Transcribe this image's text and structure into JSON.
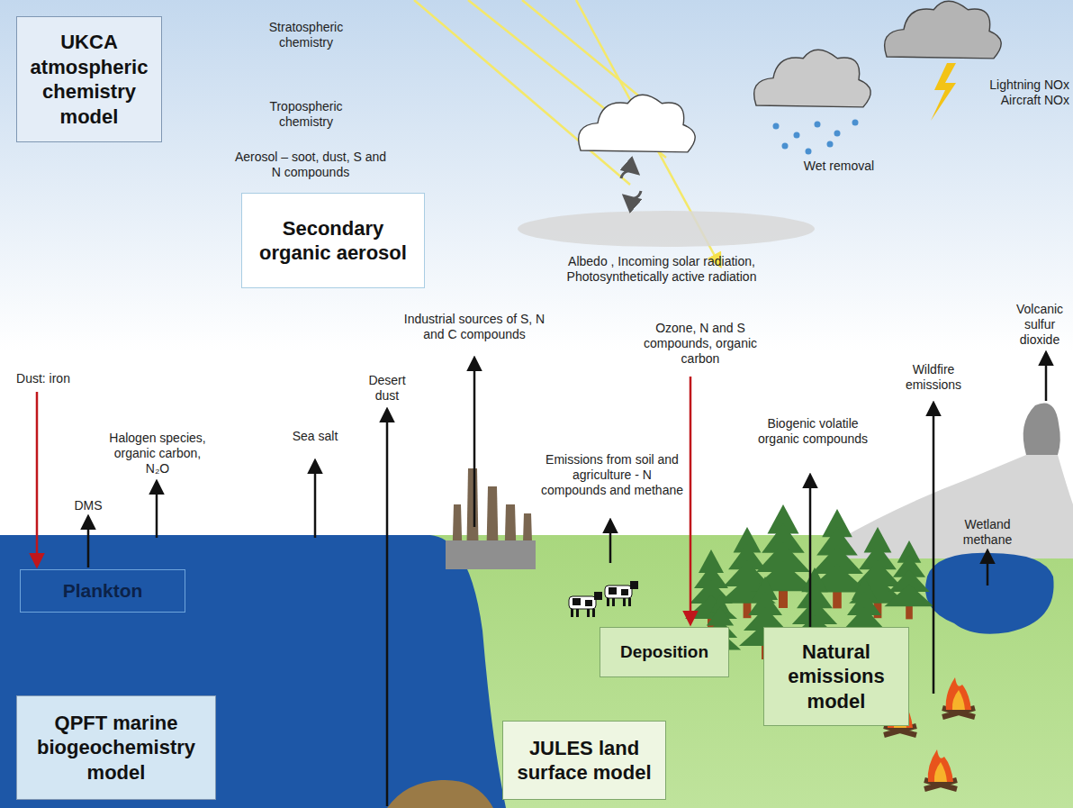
{
  "diagram": {
    "nodes": [
      {
        "text": [
          "UKCA atmospheric chemistry model"
        ]
      },
      {
        "text": [
          "Secondary organic aerosol"
        ]
      },
      {
        "text": [
          "Plankton"
        ]
      },
      {
        "text": [
          "Deposition"
        ]
      },
      {
        "text": [
          "Natural emissions model"
        ]
      },
      {
        "text": [
          "QPFT marine biogeochemistry model"
        ]
      },
      {
        "text": [
          "JULES land surface model"
        ]
      }
    ],
    "labels": [
      "Stratospheric chemistry",
      "Tropospheric chemistry",
      "Aerosol – soot, dust, S and N compounds",
      "Lightning NOx Aircraft NOx",
      "Wet removal",
      "Albedo , Incoming solar radiation, Photosynthetically active radiation",
      "Volcanic sulfur dioxide",
      "Wildfire emissions",
      "Ozone, N and S compounds, organic carbon",
      "Industrial sources of S, N and C compounds",
      "Biogenic volatile organic compounds",
      "Emissions from soil and agriculture - N compounds and methane",
      "Desert dust",
      "Sea salt",
      "Halogen species, organic carbon, N₂O",
      "DMS",
      "Dust: iron",
      "Wetland methane"
    ]
  }
}
